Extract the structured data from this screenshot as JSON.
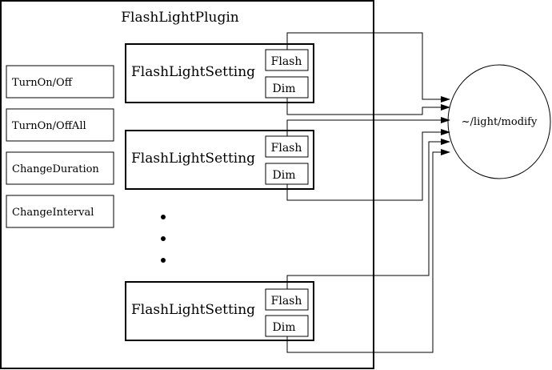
{
  "plugin": {
    "title": "FlashLightPlugin"
  },
  "actions": [
    {
      "label": "TurnOn/Off"
    },
    {
      "label": "TurnOn/OffAll"
    },
    {
      "label": "ChangeDuration"
    },
    {
      "label": "ChangeInterval"
    }
  ],
  "settings": [
    {
      "label": "FlashLightSetting",
      "flash_label": "Flash",
      "dim_label": "Dim"
    },
    {
      "label": "FlashLightSetting",
      "flash_label": "Flash",
      "dim_label": "Dim"
    },
    {
      "label": "FlashLightSetting",
      "flash_label": "Flash",
      "dim_label": "Dim"
    }
  ],
  "target": {
    "label": "~/light/modify"
  },
  "ellipsis_icon": "vertical-dots"
}
